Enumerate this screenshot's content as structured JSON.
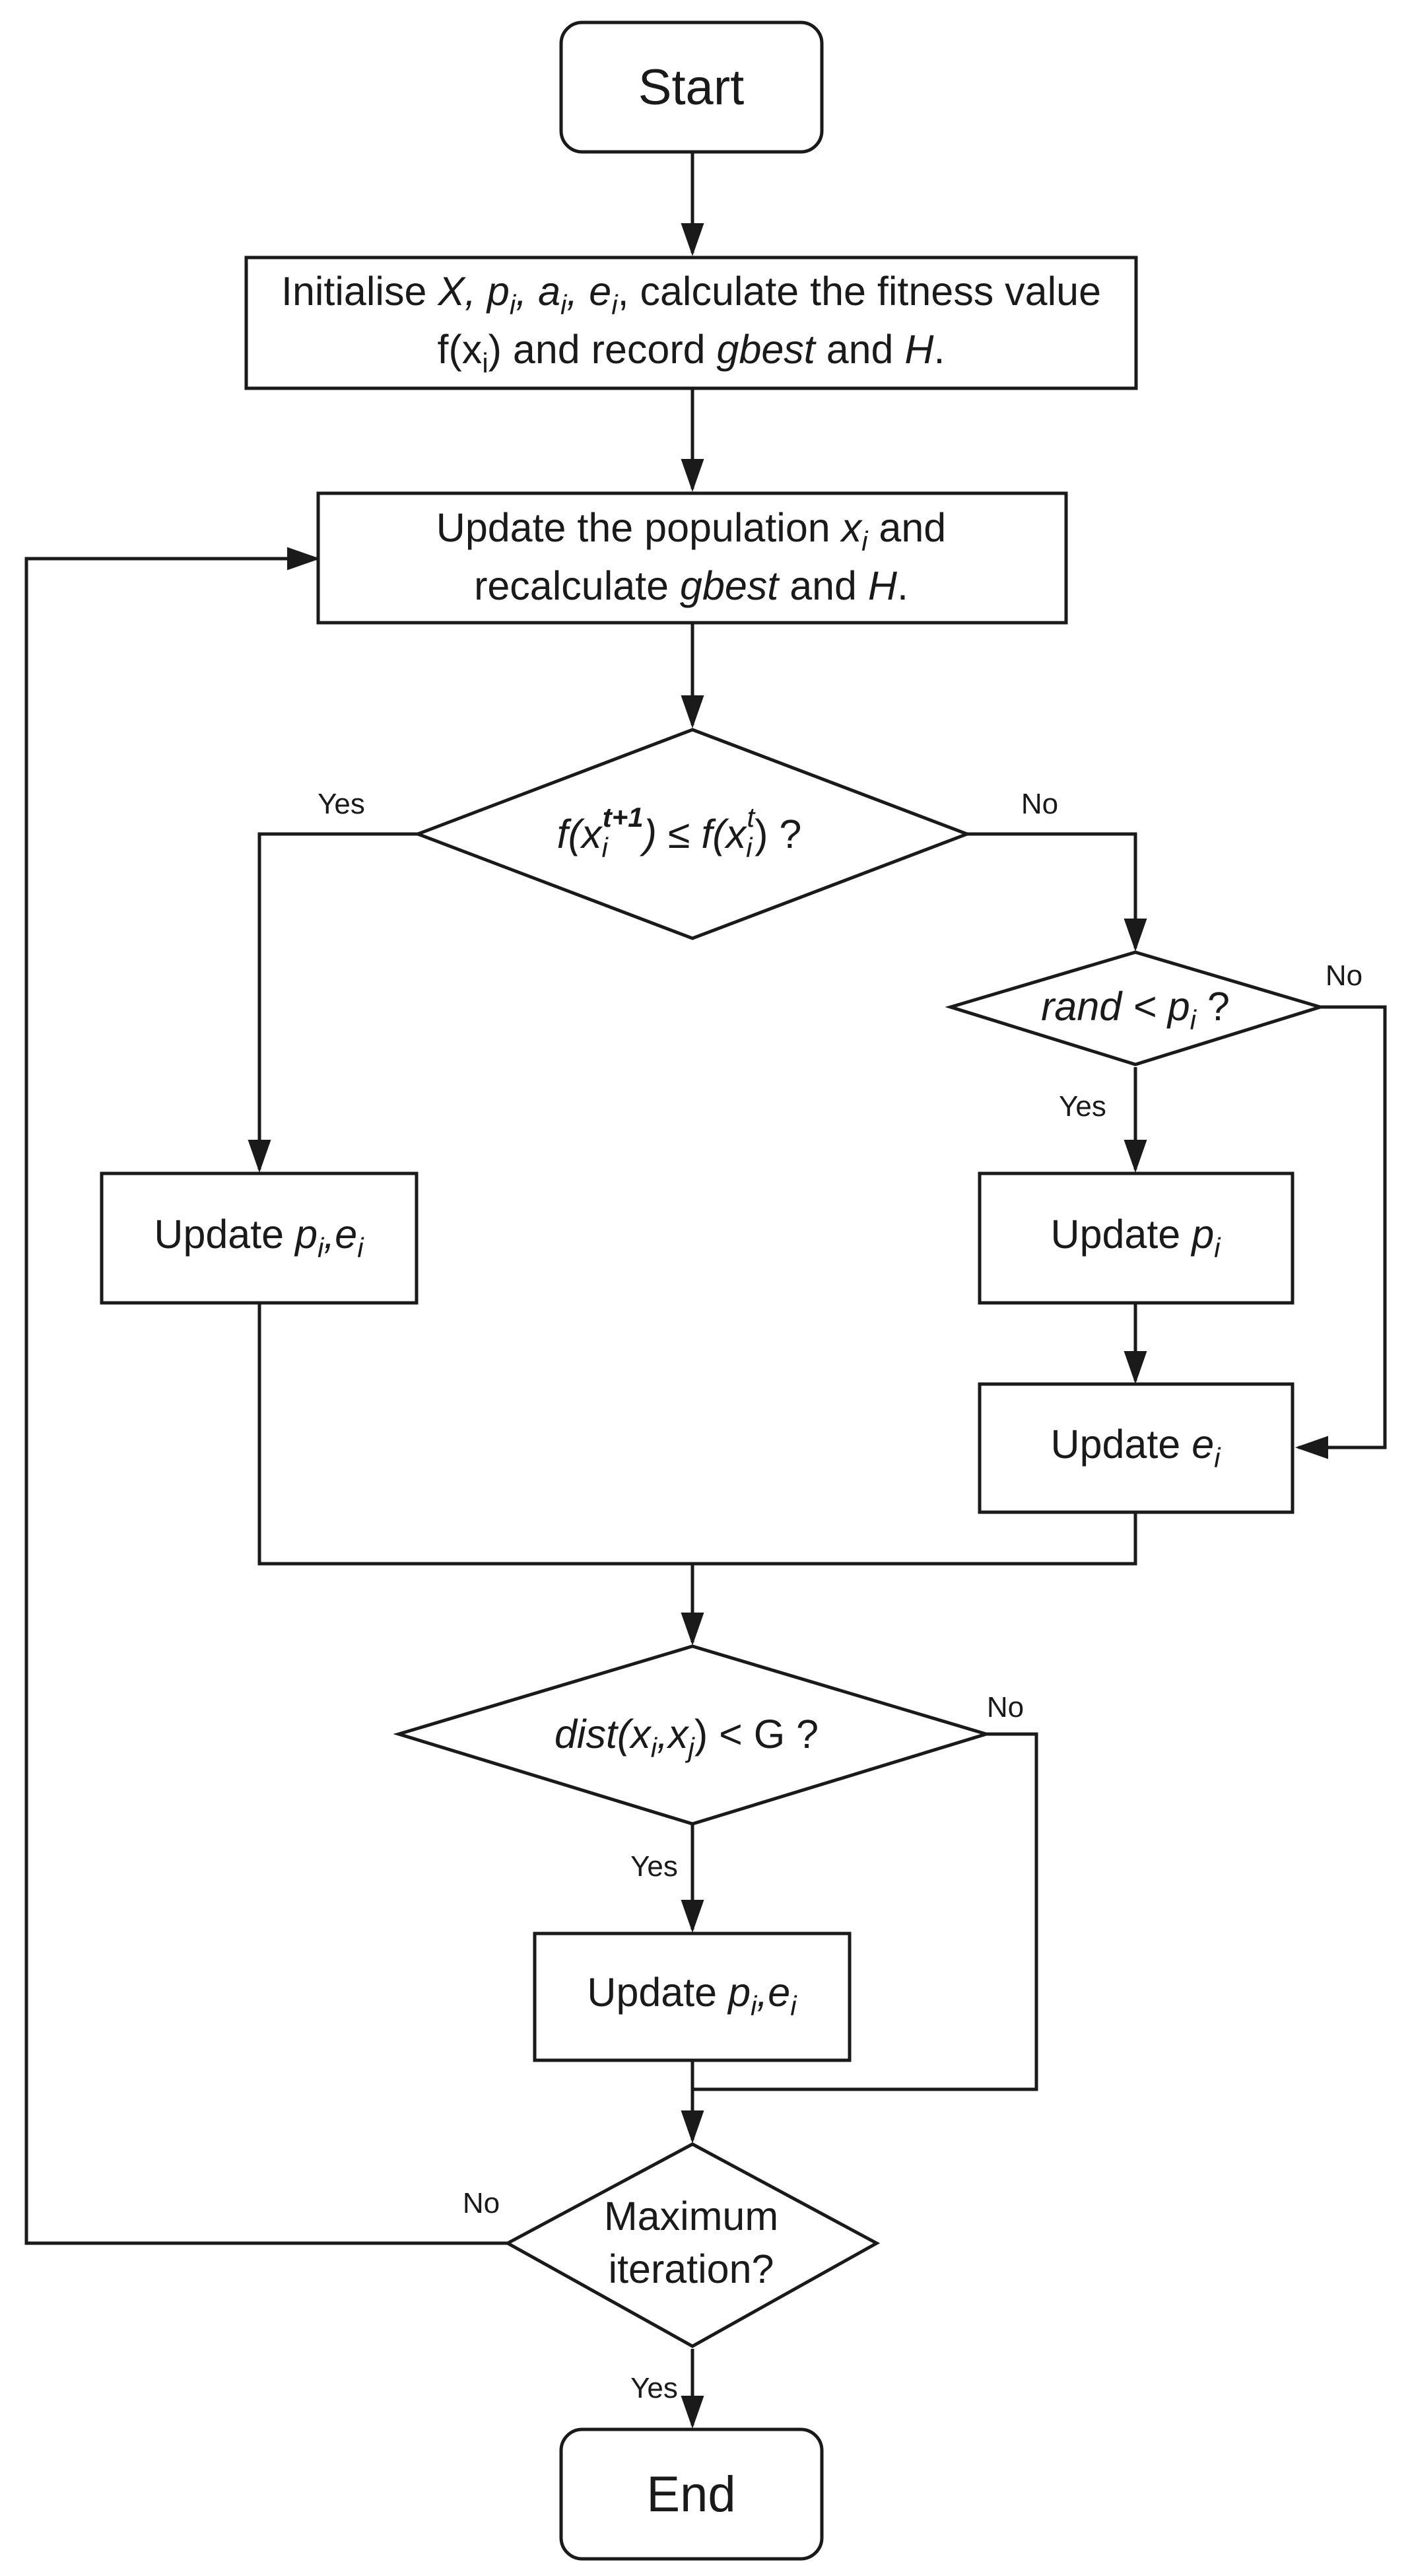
{
  "nodes": {
    "start": "Start",
    "end": "End",
    "init": {
      "w1": "Initialise ",
      "X": "X,",
      "sp1": " ",
      "p": "p",
      "i1": "i",
      "c1": ",",
      "sp2": " ",
      "a": "a",
      "i2": "i",
      "c2": ",",
      "sp3": " ",
      "e": "e",
      "i3": "i",
      "rest1": ", calculate the fitness value",
      "f": "f(x",
      "fi": "i",
      "fclose": ")",
      "rest2": " and record ",
      "gbest": "gbest",
      "and": " and ",
      "H": "H",
      "dot": "."
    },
    "update_pop": {
      "line1a": "Update the population ",
      "x": "x",
      "xi": "i",
      "line1b": " and",
      "line2a": "recalculate ",
      "gbest": "gbest",
      "and": " and ",
      "H": "H",
      "dot": "."
    },
    "cond1": {
      "fa": "f(x",
      "ia": "i",
      "supa": "t+1",
      "mid": ") ≤ f(x",
      "ib": "i",
      "supb": "t",
      "end": ") ?"
    },
    "cond2": {
      "rand": "rand",
      "lt": " < p",
      "i": "i",
      "q": " ?"
    },
    "update_pi_ei_left": {
      "upd": "Update ",
      "p": "p",
      "i1": "i",
      "c": ",",
      "e": "e",
      "i2": "i"
    },
    "update_pi": {
      "upd": "Update ",
      "p": "p",
      "i": "i"
    },
    "update_ei": {
      "upd": "Update ",
      "e": "e",
      "i": "i"
    },
    "cond3": {
      "dist": "dist(x",
      "i": "i",
      "c": ",x",
      "j": "j",
      "rest": ") < G ?"
    },
    "update_pi_ei_mid": {
      "upd": "Update ",
      "p": "p",
      "i1": "i",
      "c": ",",
      "e": "e",
      "i2": "i"
    },
    "cond4": {
      "line1": "Maximum",
      "line2": "iteration?"
    }
  },
  "edge_labels": {
    "c1_yes": "Yes",
    "c1_no": "No",
    "c2_no": "No",
    "c2_yes": "Yes",
    "c3_no": "No",
    "c3_yes": "Yes",
    "c4_no": "No",
    "c4_yes": "Yes"
  }
}
